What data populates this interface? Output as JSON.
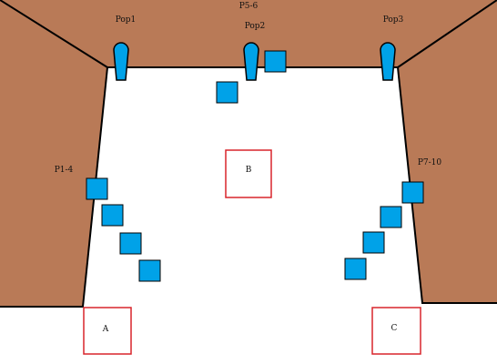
{
  "colors": {
    "wall": "#b97a57",
    "floor": "#ffffff",
    "outline": "#000000",
    "block": "#00a2e8",
    "zone_border": "#d9252c",
    "pop": "#00a2e8"
  },
  "labels": {
    "pop1": "Pop1",
    "pop2": "Pop2",
    "pop3": "Pop3",
    "p5_6": "P5-6",
    "p1_4": "P1-4",
    "p7_10": "P7-10",
    "zone_a": "A",
    "zone_b": "B",
    "zone_c": "C"
  }
}
